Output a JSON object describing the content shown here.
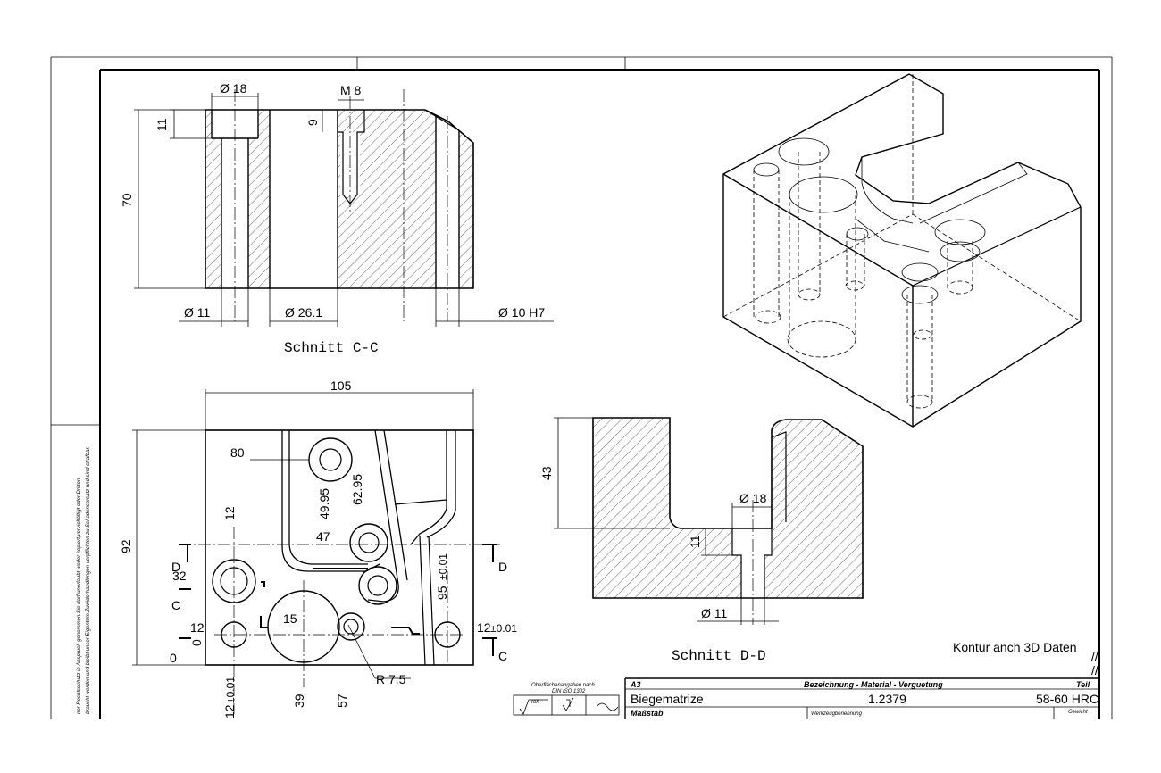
{
  "section_cc": {
    "title": "Schnitt C-C",
    "dims": {
      "d18": "Ø 18",
      "m8": "M 8",
      "h11": "11",
      "h9": "9",
      "h70": "70",
      "d11": "Ø 11",
      "d26": "Ø 26.1",
      "d10h7": "Ø 10 H7"
    }
  },
  "top_view": {
    "dims": {
      "w105": "105",
      "h92": "92",
      "v80": "80",
      "v4995": "49.95",
      "v6295": "62.95",
      "v12top": "12",
      "v47": "47",
      "v32": "32",
      "v95": "95",
      "tol95": "±0.01",
      "v15": "15",
      "v12left": "12",
      "v0left": "0",
      "v0bottom": "0",
      "v12right": "12",
      "tol12right": "±0.01",
      "v12bottom": "12",
      "tol12bottom": "±0.01",
      "v39": "39",
      "v57": "57",
      "r75": "R 7.5"
    },
    "section_marks": {
      "d_left": "D",
      "d_right": "D",
      "c_left": "C",
      "c_right": "C"
    }
  },
  "section_dd": {
    "title": "Schnitt D-D",
    "dims": {
      "h43": "43",
      "d18": "Ø 18",
      "h11": "11",
      "d11": "Ø 11"
    }
  },
  "note": "Kontur anch 3D Daten",
  "side_note": {
    "line1": "ner Rechtsschutz in Anspruch genommen.Sie darf unerlaubt weder kopiert,vervielfältigt oder Dritten",
    "line2": "braucht werden und bleibt unser Eigentum.Zuwiderhandlungen verpflichten zu Schadensersatz und sind strafbar."
  },
  "surface_box": {
    "line1": "Oberflächenangaben nach",
    "line2": "DIN ISO 1302",
    "roh": "roh"
  },
  "title_block": {
    "format": "A3",
    "header": "Bezeichnung - Material - Verguetung",
    "teil_label": "Teil",
    "name": "Biegematrize",
    "material": "1.2379",
    "hardness": "58-60 HRC",
    "massstab_label": "Maßstab",
    "werkzeug_label": "Werkzeugbenennung",
    "gewicht_label": "Gewicht"
  }
}
